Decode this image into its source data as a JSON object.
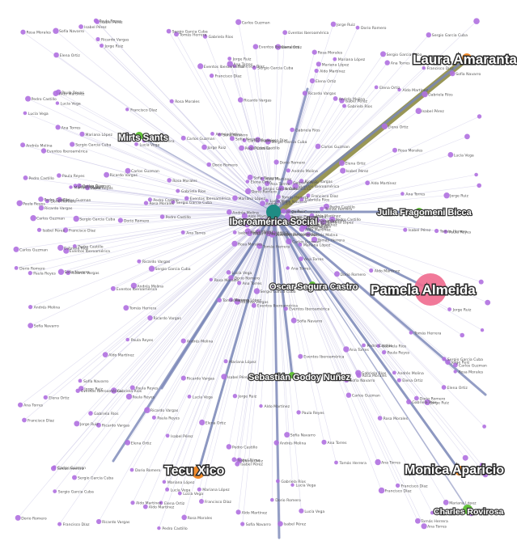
{
  "colors": {
    "background": "#ffffff",
    "minor_node": "#b070e0",
    "minor_edge": "#c6c2e4",
    "major_edge": "#7986b6",
    "strong_edge": "#8f8c42",
    "hub_node": "#1f8c84",
    "pink_node": "#f06a8e",
    "orange_node": "#f08a2a",
    "green_node": "#62c23a"
  },
  "hub": {
    "label": "Iberoamérica Social"
  },
  "key_nodes": [
    {
      "id": "laura",
      "label": "Laura Amaranta",
      "color": "orange",
      "size": "big"
    },
    {
      "id": "pamela",
      "label": "Pamela Almeida",
      "color": "pink",
      "size": "big"
    },
    {
      "id": "monica",
      "label": "Monica Aparicio",
      "color": "orange",
      "size": "big"
    },
    {
      "id": "tecu",
      "label": "Tecu Xico",
      "color": "orange",
      "size": "big"
    },
    {
      "id": "mirts",
      "label": "Mirts Sants",
      "color": "green",
      "size": "mid"
    },
    {
      "id": "julia",
      "label": "Julia Fragomeni Bicca",
      "color": "green",
      "size": "mid"
    },
    {
      "id": "oscar",
      "label": "Oscar Segura Castro",
      "color": "green",
      "size": "mid"
    },
    {
      "id": "sebastian",
      "label": "Sebastián Godoy Nuñez",
      "color": "green",
      "size": "mid"
    },
    {
      "id": "charles",
      "label": "Charles Rovirosa",
      "color": "green",
      "size": "mid"
    }
  ],
  "edges": [
    {
      "from": "hub",
      "to": "laura",
      "weight": "strong"
    },
    {
      "from": "hub",
      "to": "laura",
      "weight": "major"
    },
    {
      "from": "hub",
      "to": "pamela",
      "weight": "major"
    },
    {
      "from": "hub",
      "to": "monica",
      "weight": "major"
    },
    {
      "from": "hub",
      "to": "tecu",
      "weight": "major"
    },
    {
      "from": "hub",
      "to": "oscar",
      "weight": "major"
    },
    {
      "from": "hub",
      "to": "sebastian",
      "weight": "major"
    },
    {
      "from": "hub",
      "to": "julia",
      "weight": "major"
    },
    {
      "from": "hub",
      "to": "mirts",
      "weight": "minor"
    },
    {
      "from": "hub",
      "to": "charles",
      "weight": "minor"
    }
  ],
  "minor_labels": [
    "Eventos Iberoamérica",
    "Sergio Garcia Cuba",
    "Dorio Romero",
    "Carlos Guzman",
    "Aldo Martínez",
    "Paula Reyes",
    "Mariana López",
    "Francisco Díaz",
    "Isabel Pérez",
    "Ana Torres",
    "Jorge Ruiz",
    "Lucía Vega",
    "Pedro Castillo",
    "Rosa Morales",
    "Tomás Herrera",
    "Elena Ortiz",
    "Ricardo Vargas",
    "Sofía Navarro",
    "Andrés Molina",
    "Gabriela Ríos"
  ]
}
